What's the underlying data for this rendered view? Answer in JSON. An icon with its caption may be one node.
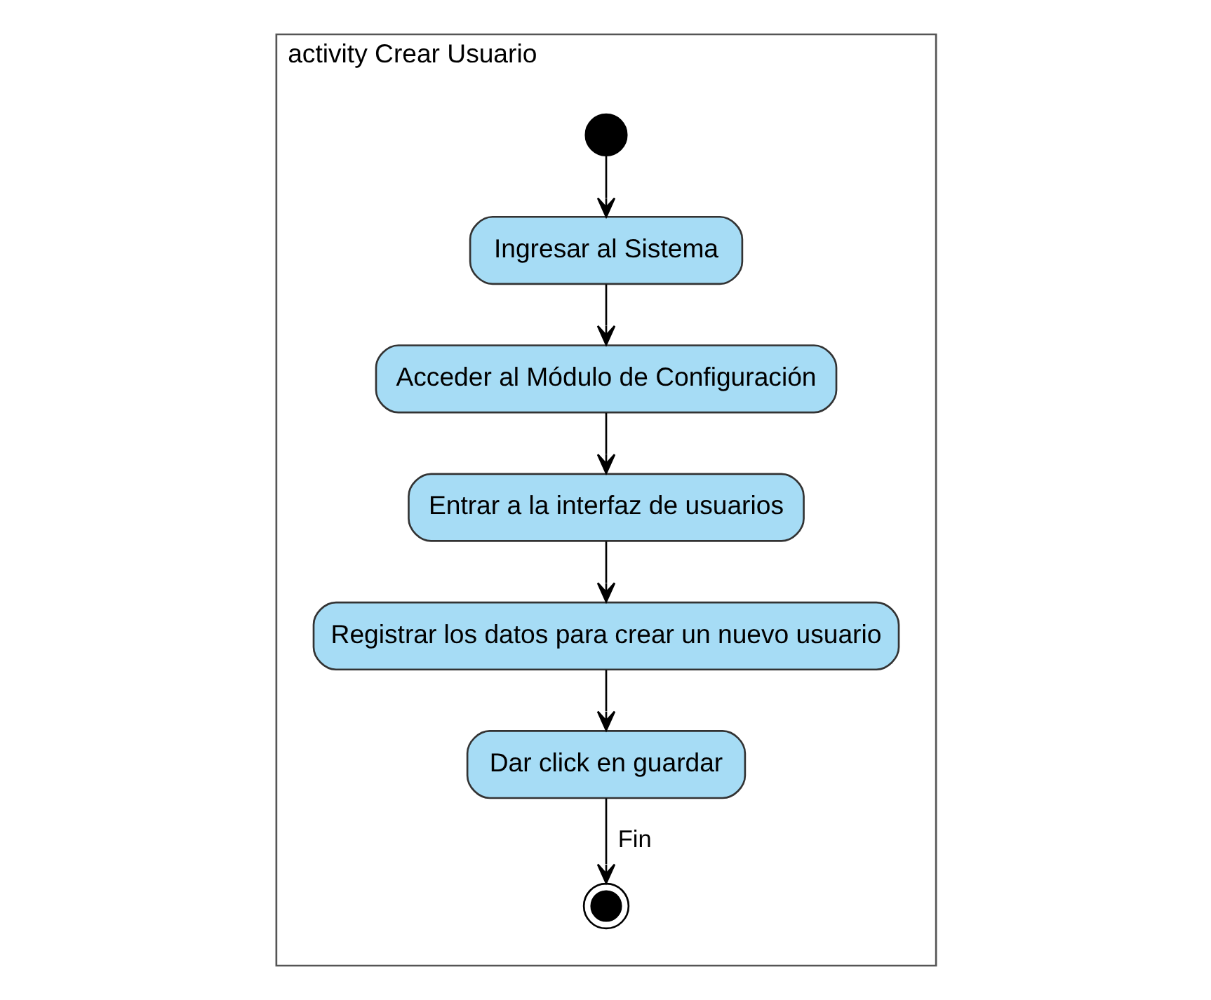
{
  "diagram": {
    "nodes": [
      {
        "text": [
          "activity Crear Usuario"
        ]
      },
      {
        "text": [],
        "shape": "circle",
        "in": 0
      },
      {
        "text": [
          "Ingresar al Sistema"
        ],
        "in": 0
      },
      {
        "text": [
          "Acceder al Módulo de Configuración"
        ],
        "in": 0
      },
      {
        "text": [
          "Entrar a la interfaz de usuarios"
        ],
        "in": 0
      },
      {
        "text": [
          "Registrar los datos para crear un nuevo usuario"
        ],
        "in": 0
      },
      {
        "text": [
          "Dar click en guardar"
        ],
        "in": 0
      },
      {
        "text": [],
        "shape": "circle",
        "in": 0
      }
    ],
    "edges": [
      {
        "from": 1,
        "to": 2,
        "arrow": "to"
      },
      {
        "from": 2,
        "to": 3,
        "arrow": "to"
      },
      {
        "from": 3,
        "to": 4,
        "arrow": "to"
      },
      {
        "from": 4,
        "to": 5,
        "arrow": "to"
      },
      {
        "from": 5,
        "to": 6,
        "arrow": "to"
      },
      {
        "from": 6,
        "to": 7,
        "arrow": "to",
        "label": "Fin"
      }
    ]
  }
}
